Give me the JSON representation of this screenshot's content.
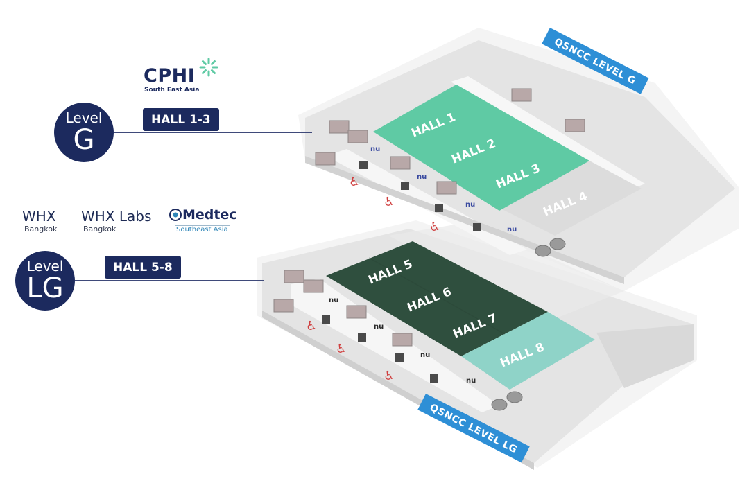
{
  "cphi": {
    "title": "CPHI",
    "subtitle": "South East Asia"
  },
  "level_g": {
    "word": "Level",
    "code": "G",
    "halls": "HALL 1-3"
  },
  "level_lg": {
    "word": "Level",
    "code": "LG",
    "halls": "HALL 5-8"
  },
  "brands": {
    "whx": {
      "name": "WHX",
      "city": "Bangkok"
    },
    "whx_labs": {
      "name": "WHX Labs",
      "city": "Bangkok"
    },
    "medtec": {
      "name": "Medtec",
      "region": "Southeast Asia"
    }
  },
  "map": {
    "upper_banner": "QSNCC LEVEL G",
    "lower_banner": "QSNCC LEVEL LG",
    "upper_halls": [
      "HALL 1",
      "HALL 2",
      "HALL 3",
      "HALL 4"
    ],
    "lower_halls": [
      "HALL 5",
      "HALL 6",
      "HALL 7",
      "HALL 8"
    ]
  },
  "colors": {
    "navy": "#1c2a5e",
    "cphi_green": "#5fcaa4",
    "hall_dark_green": "#2f4f3e",
    "hall8_teal": "#8fd3c8",
    "banner_blue": "#2e8fd6",
    "floor_grey": "#e6e6e6"
  }
}
